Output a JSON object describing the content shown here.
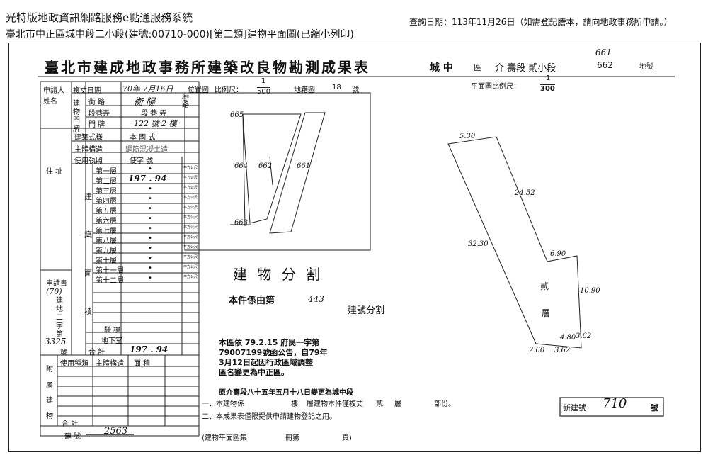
{
  "header": {
    "system_title": "光特版地政資訊網路服務e點通服務系統",
    "subtitle": "臺北市中正區城中段二小段(建號:00710-000)[第二類]建物平面圖(已縮小列印)",
    "query_date": "查詢日期：113年11月26日（如需登記謄本，請向地政事務所申請。）"
  },
  "form": {
    "title": "臺北市建成地政事務所建築改良物勘測成果表",
    "title_section": "城 中",
    "district_label": "區",
    "subsection": "介 壽段 貳小段",
    "lot_top": "661",
    "lot_bottom": "662",
    "lot_label": "地號",
    "left_table": {
      "applicant_label": "申請人姓名",
      "address_label": "住 址",
      "survey_date_label": "複丈日期",
      "survey_date_value": "70年 7月16日",
      "street_label": "街 路",
      "street_value": "衡 陽",
      "street_suffix": "街路",
      "building_door_label": "建物門牌",
      "lane_label": "段巷弄",
      "lane_value": "段 巷 弄",
      "door_label": "門 牌",
      "door_value": "122 號 2 樓",
      "style_label": "建築式樣",
      "style_value": "本 國 式",
      "structure_label": "主體構造",
      "structure_value": "鋼筋混凝土造",
      "usage_label": "使用執照",
      "usage_value": "使字 號",
      "floors_group_label": "建 築 面 積",
      "floors": [
        "第一層",
        "第二層",
        "第三層",
        "第四層",
        "第五層",
        "第六層",
        "第七層",
        "第八層",
        "第九層",
        "第十層",
        "第十一層",
        "第十二層"
      ],
      "second_floor_area": "197 . 94",
      "unit": "平方公尺",
      "dot": "•",
      "balcony_label": "騎 樓",
      "basement_label": "地下室",
      "total_label": "合 計",
      "total_value": "197 . 94",
      "application_no_label": "申請書",
      "application_year": "(70)",
      "application_word": "建地二字第",
      "application_number": "3325",
      "application_suffix": "號",
      "annex_label": "附屬建物",
      "annex_use": "使用種類",
      "annex_structure": "主體構造",
      "annex_area": "面 積",
      "annex_total": "合 計",
      "bottom_no_label": "建 號",
      "bottom_no_value": "2563"
    },
    "location_map": {
      "label": "位置圖",
      "scale_label": "比例尺：",
      "scale_num": "1",
      "scale_den": "500",
      "sheet_label": "地籍圖",
      "sheet_value": "18",
      "sheet_suffix": "號",
      "lots": [
        "665",
        "664",
        "662",
        "661",
        "663"
      ]
    },
    "floor_plan": {
      "scale_label": "平面圖比例尺：",
      "scale_num": "1",
      "scale_den": "300",
      "dims": [
        "5.30",
        "24.52",
        "32.30",
        "6.90",
        "10.90",
        "4.80",
        "3.62",
        "2.60",
        "3.62"
      ],
      "floor_label_1": "貳",
      "floor_label_2": "層"
    },
    "notes": {
      "split_title": "建 物 分 割",
      "split_line_a": "本件係由第",
      "split_line_no": "443",
      "split_line_b": "建號分割",
      "decree_1": "本區依 79.2.15 府民一字第",
      "decree_2": "79007199號函公告，自79年",
      "decree_3": "3月12日起因行政區域調整",
      "decree_4": "區名變更為中正區。",
      "change_note": "原介壽段八十五年五月十八日變更為城中段",
      "item_1_a": "一、本建物係",
      "item_1_b": "樓",
      "item_1_c": "層建物本件僅複丈",
      "item_1_d": "貳",
      "item_1_e": "層",
      "item_1_f": "部份。",
      "item_2": "二、本成果表僅限提供申請建物登記之用。",
      "new_no_label": "新建號",
      "new_no_value": "710",
      "new_no_suffix": "號",
      "footer_a": "(建物平面圖集",
      "footer_b": "冊第",
      "footer_c": "頁)"
    }
  }
}
